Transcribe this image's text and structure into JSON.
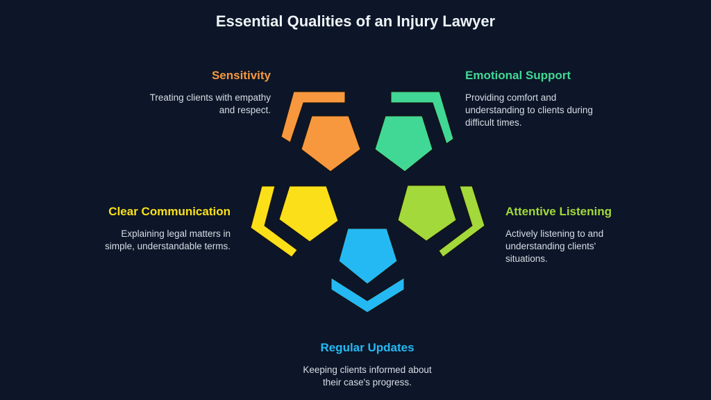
{
  "title": "Essential Qualities of an Injury Lawyer",
  "qualities": [
    {
      "key": "sensitivity",
      "title": "Sensitivity",
      "description_lines": [
        "Treating clients with empathy",
        "and respect."
      ],
      "color": "#f7983e"
    },
    {
      "key": "emotional-support",
      "title": "Emotional Support",
      "description_lines": [
        "Providing comfort and",
        "understanding to clients during",
        "difficult times."
      ],
      "color": "#41d895"
    },
    {
      "key": "clear-communication",
      "title": "Clear Communication",
      "description_lines": [
        "Explaining legal matters in",
        "simple, understandable terms."
      ],
      "color": "#fbe019"
    },
    {
      "key": "attentive-listening",
      "title": "Attentive Listening",
      "description_lines": [
        "Actively listening to and",
        "understanding clients'",
        "situations."
      ],
      "color": "#a3d93a"
    },
    {
      "key": "regular-updates",
      "title": "Regular Updates",
      "description_lines": [
        "Keeping clients informed about",
        "their case's progress."
      ],
      "color": "#25b9f3"
    }
  ]
}
